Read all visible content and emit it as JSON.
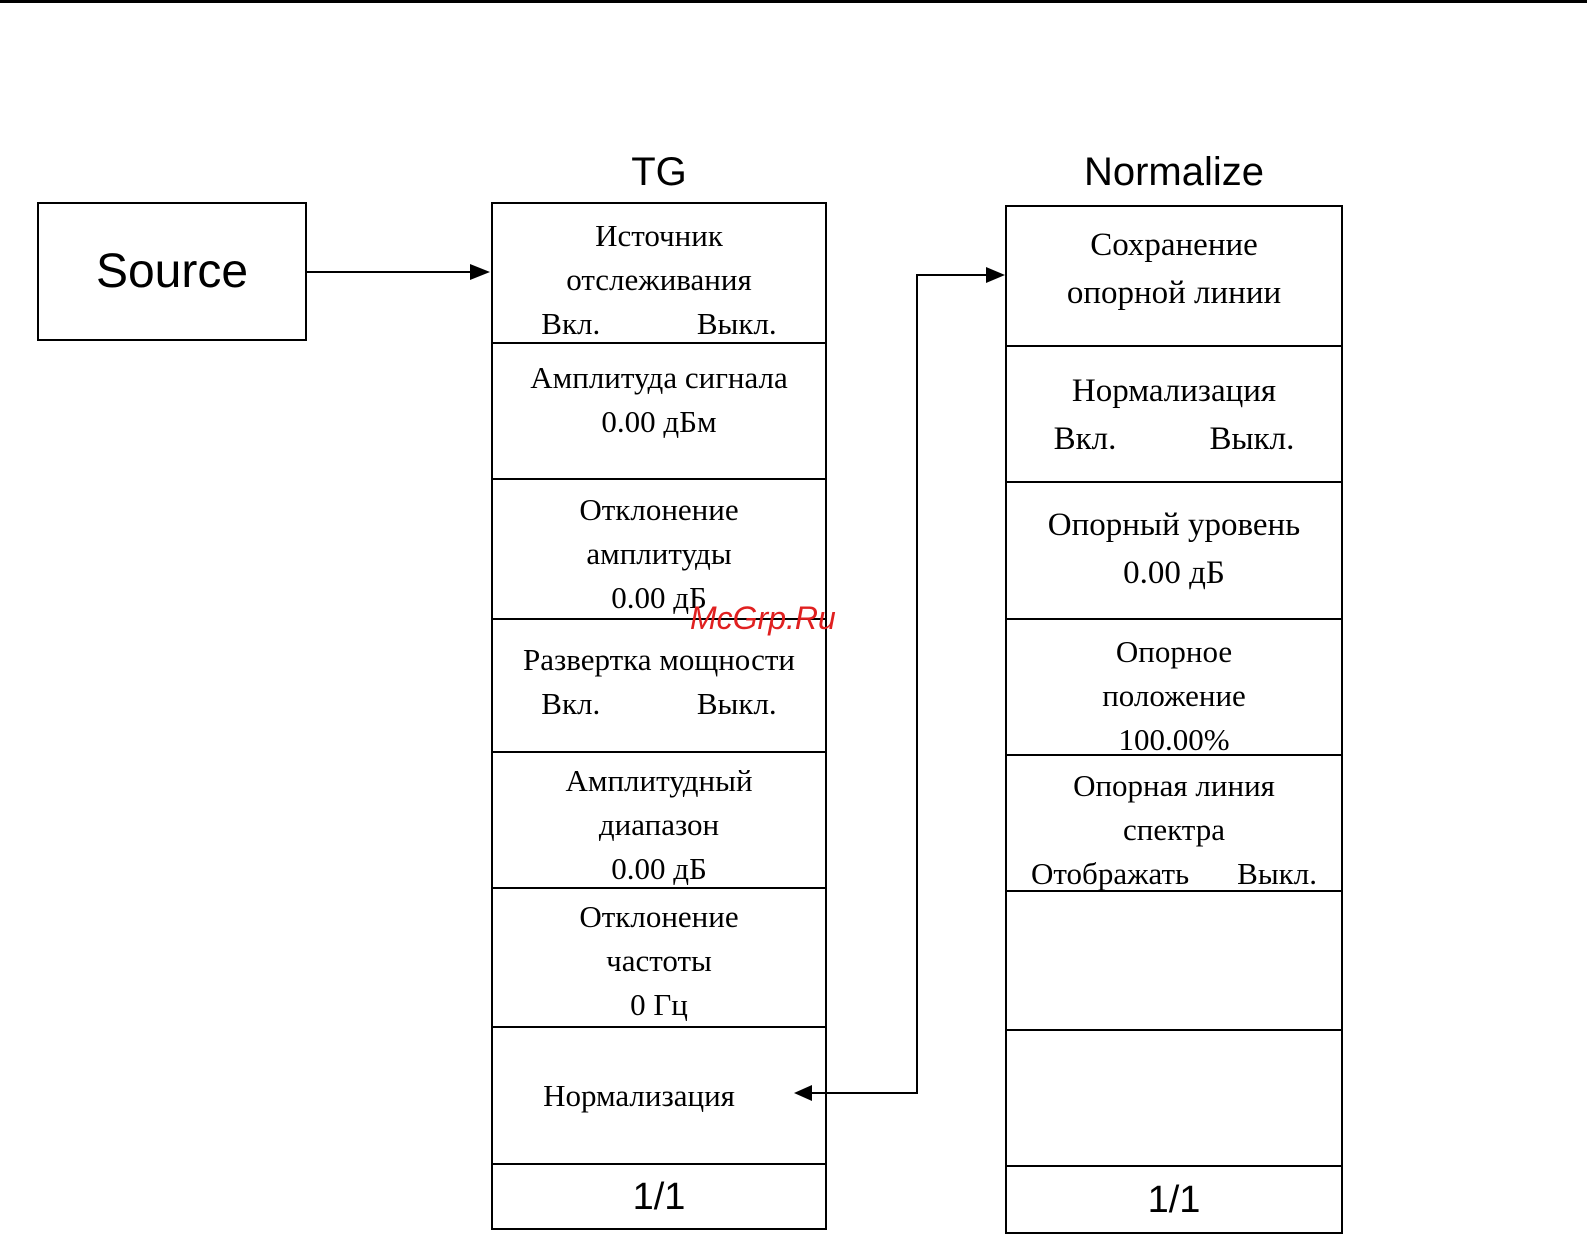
{
  "source": {
    "label": "Source"
  },
  "tg": {
    "title": "TG",
    "items": [
      {
        "lines": [
          "Источник",
          "отслеживания"
        ],
        "on": "Вкл.",
        "off": "Выкл."
      },
      {
        "lines": [
          "Амплитуда сигнала",
          "0.00 дБм"
        ]
      },
      {
        "lines": [
          "Отклонение",
          "амплитуды",
          "0.00 дБ"
        ]
      },
      {
        "lines": [
          "Развертка мощности"
        ],
        "on": "Вкл.",
        "off": "Выкл."
      },
      {
        "lines": [
          "Амплитудный",
          "диапазон",
          "0.00 дБ"
        ]
      },
      {
        "lines": [
          "Отклонение",
          "частоты",
          "0 Гц"
        ]
      },
      {
        "lines": [
          "Нормализация"
        ]
      }
    ],
    "pager": "1/1"
  },
  "normalize": {
    "title": "Normalize",
    "items": [
      {
        "lines": [
          "Сохранение",
          "опорной линии"
        ]
      },
      {
        "lines": [
          "Нормализация"
        ],
        "on": "Вкл.",
        "off": "Выкл."
      },
      {
        "lines": [
          "Опорный уровень",
          "0.00 дБ"
        ]
      },
      {
        "lines": [
          "Опорное",
          "положение",
          "100.00%"
        ]
      },
      {
        "lines": [
          "Опорная линия",
          "спектра"
        ],
        "on": "Отображать",
        "off": "Выкл."
      },
      {
        "lines": []
      },
      {
        "lines": []
      }
    ],
    "pager": "1/1"
  },
  "watermark": "McGrp.Ru"
}
